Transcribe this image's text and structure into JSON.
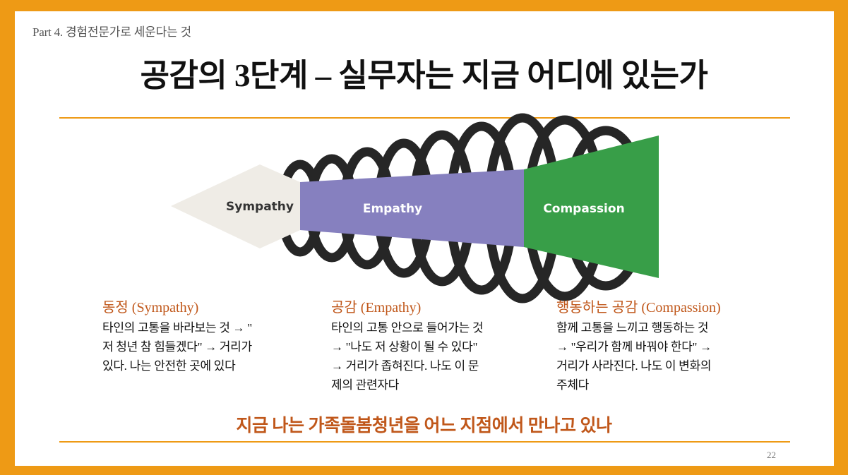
{
  "slide": {
    "breadcrumb": "Part 4. 경험전문가로 세운다는 것",
    "title": "공감의 3단계 – 실무자는 지금 어디에 있는가",
    "question": "지금 나는 가족돌봄청년을 어느 지점에서 만나고 있나",
    "page_number": "22",
    "accent_color": "#ee9a15",
    "heading_color": "#c0571a"
  },
  "diagram": {
    "stages": [
      {
        "label": "Sympathy",
        "color": "#efece6",
        "text_color": "#333333"
      },
      {
        "label": "Empathy",
        "color": "#8680bf",
        "text_color": "#ffffff"
      },
      {
        "label": "Compassion",
        "color": "#389e48",
        "text_color": "#ffffff"
      }
    ],
    "spiral_color": "#262626"
  },
  "columns": [
    {
      "heading": "동정 (Sympathy)",
      "lines": [
        "타인의 고통을 바라보는 것 → \"",
        "저 청년 참 힘들겠다\" → 거리가",
        "있다. 나는 안전한 곳에 있다"
      ]
    },
    {
      "heading": "공감 (Empathy)",
      "lines": [
        "타인의 고통 안으로 들어가는 것",
        "→ \"나도 저 상황이 될 수 있다\"",
        "→ 거리가 좁혀진다. 나도 이 문",
        "제의 관련자다"
      ]
    },
    {
      "heading": "행동하는 공감 (Compassion)",
      "lines": [
        "함께 고통을 느끼고 행동하는 것",
        "→ \"우리가 함께 바꿔야 한다\" →",
        "거리가 사라진다. 나도 이 변화의",
        "주체다"
      ]
    }
  ]
}
